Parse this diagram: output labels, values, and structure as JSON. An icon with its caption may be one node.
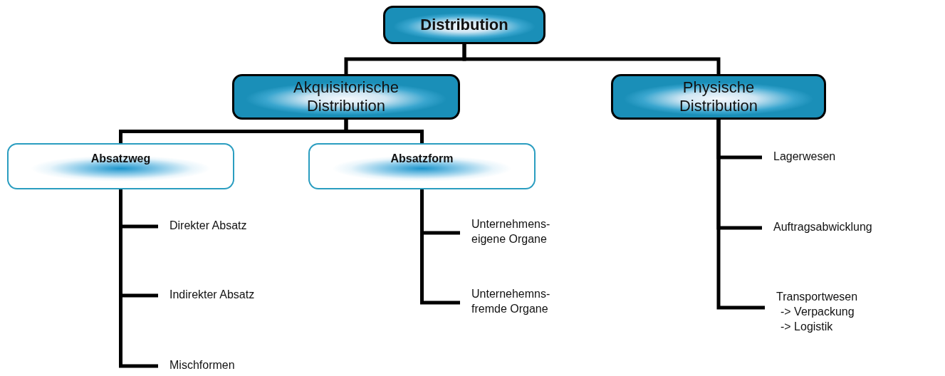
{
  "diagram": {
    "nodes": [
      {
        "text": [
          "Distribution"
        ]
      },
      {
        "text": [
          "Akquisitorische Distribution"
        ]
      },
      {
        "text": [
          "Physische Distribution"
        ]
      },
      {
        "text": [
          "Absatzweg"
        ]
      },
      {
        "text": [
          "Absatzform"
        ]
      },
      {
        "text": [
          "Direkter Absatz"
        ]
      },
      {
        "text": [
          "Indirekter Absatz"
        ]
      },
      {
        "text": [
          "Mischformen"
        ]
      },
      {
        "text": [
          "Unternehmens- eigene Organe"
        ]
      },
      {
        "text": [
          "Unternehemns- fremde Organe"
        ]
      },
      {
        "text": [
          "Lagerwesen"
        ]
      },
      {
        "text": [
          "Auftragsabwicklung"
        ]
      },
      {
        "text": [
          "Transportwesen",
          "-> Verpackung",
          "-> Logistik"
        ]
      }
    ],
    "edges": [
      {
        "from": 0,
        "to": 1,
        "arrow": "none"
      },
      {
        "from": 0,
        "to": 2,
        "arrow": "none"
      },
      {
        "from": 1,
        "to": 3,
        "arrow": "none"
      },
      {
        "from": 1,
        "to": 4,
        "arrow": "none"
      },
      {
        "from": 3,
        "to": 5,
        "arrow": "none"
      },
      {
        "from": 3,
        "to": 6,
        "arrow": "none"
      },
      {
        "from": 3,
        "to": 7,
        "arrow": "none"
      },
      {
        "from": 4,
        "to": 8,
        "arrow": "none"
      },
      {
        "from": 4,
        "to": 9,
        "arrow": "none"
      },
      {
        "from": 2,
        "to": 10,
        "arrow": "none"
      },
      {
        "from": 2,
        "to": 11,
        "arrow": "none"
      },
      {
        "from": 2,
        "to": 12,
        "arrow": "none"
      }
    ]
  }
}
